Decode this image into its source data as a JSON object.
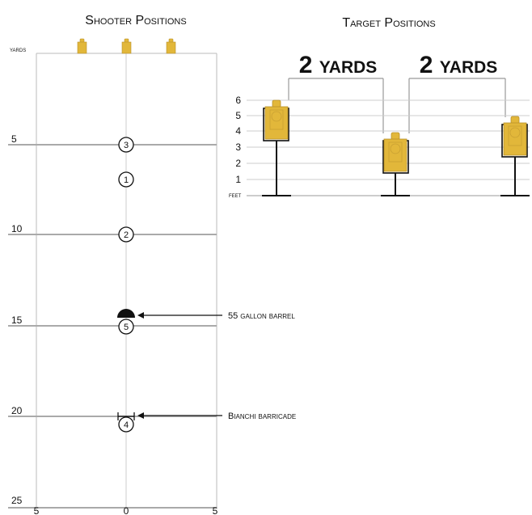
{
  "shooter_panel": {
    "title": "Shooter Positions",
    "unit_label": "yards",
    "y_ticks": [
      "5",
      "10",
      "15",
      "20",
      "25"
    ],
    "x_ticks": [
      "5",
      "0",
      "5"
    ],
    "positions": [
      {
        "label": "3",
        "yard": 5
      },
      {
        "label": "1",
        "yard": 7
      },
      {
        "label": "2",
        "yard": 10
      },
      {
        "label": "5",
        "yard": 15
      },
      {
        "label": "4",
        "yard": 20.5
      }
    ],
    "annotations": {
      "barrel": "55 gallon barrel",
      "barricade": "Bianchi barricade"
    }
  },
  "target_panel": {
    "title": "Target Positions",
    "unit_label": "feet",
    "y_ticks": [
      "1",
      "2",
      "3",
      "4",
      "5",
      "6"
    ],
    "spacing_labels": [
      "2 yards",
      "2 yards"
    ]
  },
  "colors": {
    "target_fill": "#e2b73a",
    "target_stroke": "#b8902a",
    "grid_major": "#aaaaaa",
    "grid_minor": "#cccccc"
  }
}
